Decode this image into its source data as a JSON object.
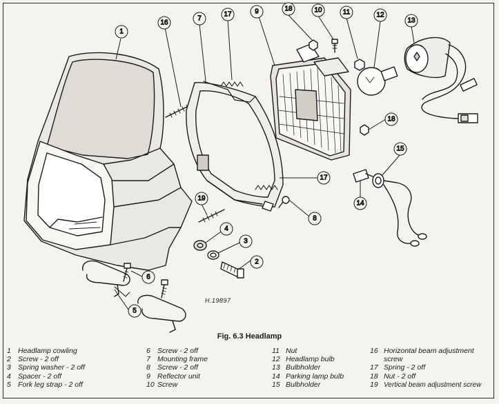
{
  "figure": {
    "title": "Fig. 6.3 Headlamp",
    "reference_code": "H.19897"
  },
  "callouts": [
    "1",
    "2",
    "3",
    "4",
    "5",
    "6",
    "7",
    "8",
    "9",
    "10",
    "11",
    "12",
    "13",
    "14",
    "15",
    "16",
    "17",
    "17",
    "18",
    "18",
    "19"
  ],
  "legend": {
    "col1": [
      {
        "n": "1",
        "label": "Headlamp cowling"
      },
      {
        "n": "2",
        "label": "Screw - 2 off"
      },
      {
        "n": "3",
        "label": "Spring washer - 2 off"
      },
      {
        "n": "4",
        "label": "Spacer - 2 off"
      },
      {
        "n": "5",
        "label": "Fork leg strap - 2 off"
      }
    ],
    "col2": [
      {
        "n": "6",
        "label": "Screw - 2 off"
      },
      {
        "n": "7",
        "label": "Mounting frame"
      },
      {
        "n": "8",
        "label": "Screw - 2 off"
      },
      {
        "n": "9",
        "label": "Reflector unit"
      },
      {
        "n": "10",
        "label": "Screw"
      }
    ],
    "col3": [
      {
        "n": "11",
        "label": "Nut"
      },
      {
        "n": "12",
        "label": "Headlamp bulb"
      },
      {
        "n": "13",
        "label": "Bulbholder"
      },
      {
        "n": "14",
        "label": "Parking lamp bulb"
      },
      {
        "n": "15",
        "label": "Bulbholder"
      }
    ],
    "col4": [
      {
        "n": "16",
        "label": "Horizontal beam adjustment screw"
      },
      {
        "n": "17",
        "label": "Spring - 2 off"
      },
      {
        "n": "18",
        "label": "Nut - 2 off"
      },
      {
        "n": "19",
        "label": "Vertical beam adjustment screw"
      }
    ]
  }
}
